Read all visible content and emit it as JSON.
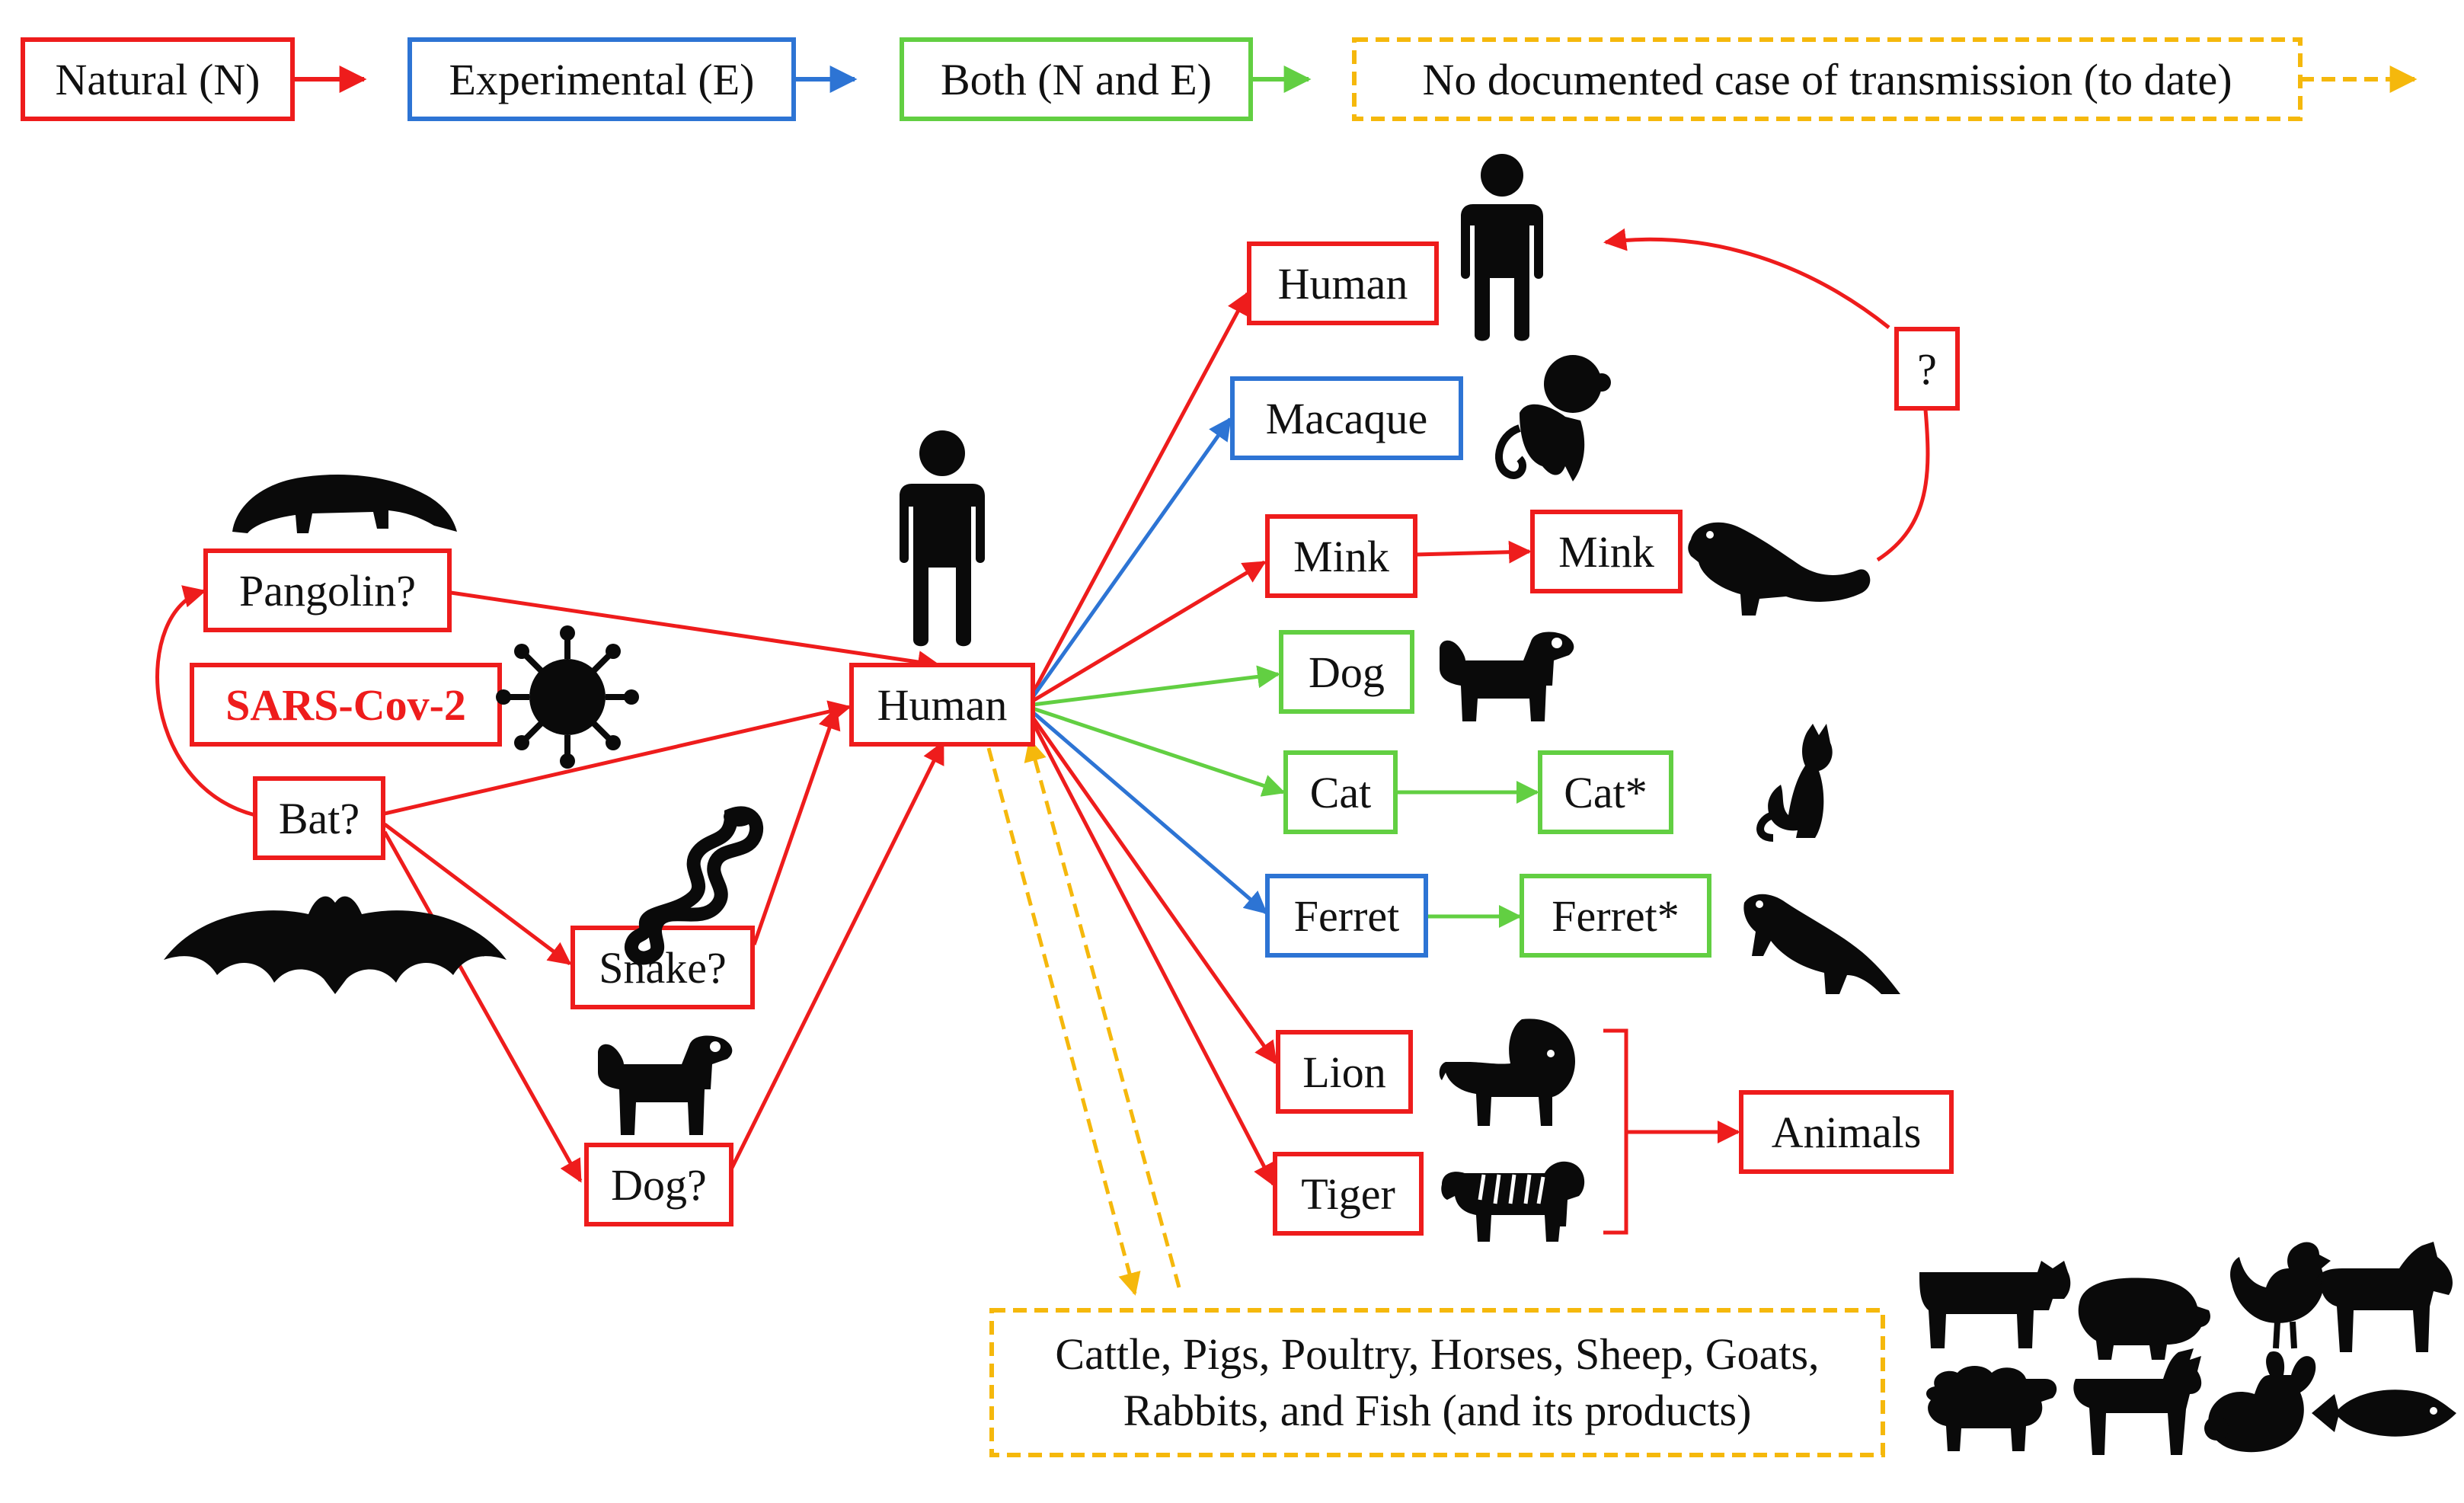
{
  "colors": {
    "natural": "#ee1c1c",
    "experimental": "#2d74d4",
    "both": "#62cf42",
    "none": "#f5b80c",
    "silhouette": "#0a0a0a"
  },
  "legend": {
    "natural": "Natural (N)",
    "experimental": "Experimental (E)",
    "both": "Both (N and E)",
    "none": "No documented case of transmission (to date)"
  },
  "virus_label": "SARS-Cov-2",
  "sources": {
    "pangolin": "Pangolin?",
    "bat": "Bat?",
    "snake": "Snake?",
    "dog": "Dog?"
  },
  "hub": "Human",
  "targets": {
    "human": "Human",
    "macaque": "Macaque",
    "mink": "Mink",
    "mink2": "Mink",
    "unknown": "?",
    "dog": "Dog",
    "cat": "Cat",
    "cat2": "Cat*",
    "ferret": "Ferret",
    "ferret2": "Ferret*",
    "lion": "Lion",
    "tiger": "Tiger",
    "animals": "Animals"
  },
  "livestock": {
    "line1": "Cattle, Pigs, Poultry, Horses, Sheep, Goats,",
    "line2": "Rabbits, and Fish (and its products)"
  },
  "icons": [
    "pangolin-icon",
    "virus-icon",
    "bat-icon",
    "snake-icon",
    "dog-icon",
    "human-icon",
    "monkey-icon",
    "mink-icon",
    "cat-icon",
    "ferret-icon",
    "lion-icon",
    "tiger-icon",
    "cow-icon",
    "pig-icon",
    "chicken-icon",
    "horse-icon",
    "sheep-icon",
    "goat-icon",
    "rabbit-icon",
    "fish-icon"
  ]
}
